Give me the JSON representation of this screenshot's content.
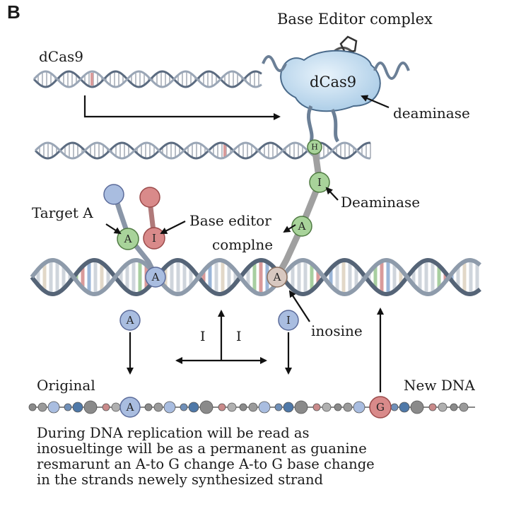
{
  "panel_letter": "B",
  "labels": {
    "base_editor_complex": "Base Editor complex",
    "dcas9_left": "dCas9",
    "dcas9_blob": "dCas9",
    "deaminase_top": "deaminase",
    "deaminase_mid": "Deaminase",
    "target_a": "Target A",
    "base_editor_line1": "Base editor",
    "base_editor_line2": "complne",
    "inosine": "inosine",
    "original": "Original",
    "new_dna": "New DNA",
    "cross_left_i": "I",
    "cross_right_i": "I"
  },
  "nodes": {
    "linker_h": "H",
    "linker_i": "I",
    "linker_a": "A",
    "target_a": "A",
    "target_i": "I",
    "helix_a_left": "A",
    "helix_a_right": "A",
    "down_a": "A",
    "down_i": "I",
    "strand_a": "A",
    "strand_g": "G"
  },
  "caption": [
    "During DNA replication will be read as",
    "inosueltinge will be as a permanent as guanine",
    "resmarunt an A-to G change A-to G base change",
    "in the strands newely synthesized strand"
  ],
  "colors": {
    "blue_node": "#a9bde0",
    "red_node": "#d98a8a",
    "green_node": "#a8d39a",
    "strand_grey": "#8a8a8a",
    "dcas9_blob": "#c6dff2"
  }
}
